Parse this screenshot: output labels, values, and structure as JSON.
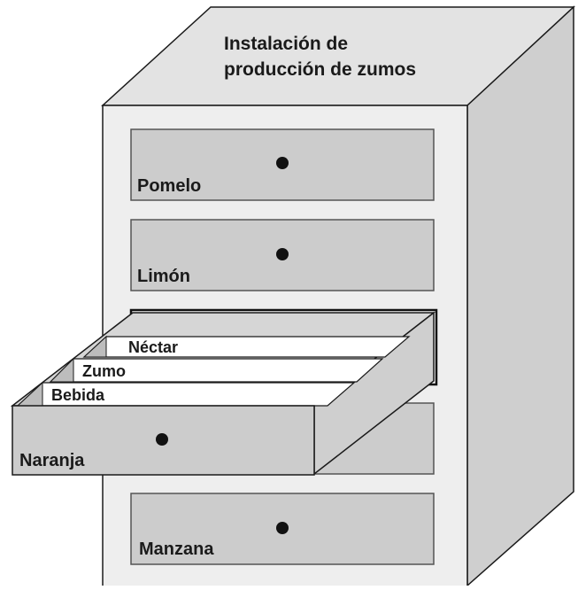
{
  "cabinet": {
    "title_line1": "Instalación de",
    "title_line2": "producción de zumos"
  },
  "drawers": {
    "pomelo": "Pomelo",
    "limon": "Limón",
    "naranja": "Naranja",
    "manzana": "Manzana"
  },
  "cards": {
    "nectar": "Néctar",
    "zumo": "Zumo",
    "bebida": "Bebida"
  },
  "colors": {
    "cabinet_fill": "#eeeeee",
    "side_fill": "#cfcfcf",
    "drawer_fill": "#cccccc",
    "card_fill": "#ffffff",
    "line": "#1a1a1a"
  }
}
